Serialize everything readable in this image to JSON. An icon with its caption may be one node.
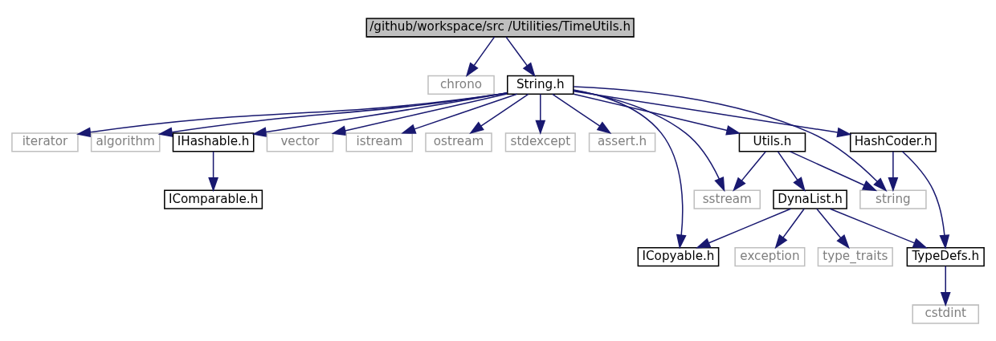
{
  "diagram": {
    "nodes": [
      {
        "text": [
          "/github/workspace/src /Utilities/TimeUtils.h"
        ]
      },
      {
        "text": [
          "chrono"
        ]
      },
      {
        "text": [
          "String.h"
        ]
      },
      {
        "text": [
          "iterator"
        ]
      },
      {
        "text": [
          "algorithm"
        ]
      },
      {
        "text": [
          "IHashable.h"
        ]
      },
      {
        "text": [
          "vector"
        ]
      },
      {
        "text": [
          "istream"
        ]
      },
      {
        "text": [
          "ostream"
        ]
      },
      {
        "text": [
          "stdexcept"
        ]
      },
      {
        "text": [
          "assert.h"
        ]
      },
      {
        "text": [
          "Utils.h"
        ]
      },
      {
        "text": [
          "HashCoder.h"
        ]
      },
      {
        "text": [
          "IComparable.h"
        ]
      },
      {
        "text": [
          "sstream"
        ]
      },
      {
        "text": [
          "DynaList.h"
        ]
      },
      {
        "text": [
          "string"
        ]
      },
      {
        "text": [
          "ICopyable.h"
        ]
      },
      {
        "text": [
          "exception"
        ]
      },
      {
        "text": [
          "type_traits"
        ]
      },
      {
        "text": [
          "TypeDefs.h"
        ]
      },
      {
        "text": [
          "cstdint"
        ]
      }
    ],
    "edges": [
      {
        "from": 0,
        "to": 1,
        "arrow": "to"
      },
      {
        "from": 0,
        "to": 2,
        "arrow": "to"
      },
      {
        "from": 2,
        "to": 3,
        "arrow": "to"
      },
      {
        "from": 2,
        "to": 4,
        "arrow": "to"
      },
      {
        "from": 2,
        "to": 5,
        "arrow": "to"
      },
      {
        "from": 2,
        "to": 6,
        "arrow": "to"
      },
      {
        "from": 2,
        "to": 7,
        "arrow": "to"
      },
      {
        "from": 2,
        "to": 8,
        "arrow": "to"
      },
      {
        "from": 2,
        "to": 9,
        "arrow": "to"
      },
      {
        "from": 2,
        "to": 10,
        "arrow": "to"
      },
      {
        "from": 2,
        "to": 17,
        "arrow": "to"
      },
      {
        "from": 2,
        "to": 14,
        "arrow": "to"
      },
      {
        "from": 2,
        "to": 11,
        "arrow": "to"
      },
      {
        "from": 2,
        "to": 16,
        "arrow": "to"
      },
      {
        "from": 2,
        "to": 12,
        "arrow": "to"
      },
      {
        "from": 5,
        "to": 13,
        "arrow": "to"
      },
      {
        "from": 11,
        "to": 14,
        "arrow": "to"
      },
      {
        "from": 11,
        "to": 15,
        "arrow": "to"
      },
      {
        "from": 11,
        "to": 16,
        "arrow": "to"
      },
      {
        "from": 12,
        "to": 16,
        "arrow": "to"
      },
      {
        "from": 12,
        "to": 20,
        "arrow": "to"
      },
      {
        "from": 15,
        "to": 17,
        "arrow": "to"
      },
      {
        "from": 15,
        "to": 18,
        "arrow": "to"
      },
      {
        "from": 15,
        "to": 19,
        "arrow": "to"
      },
      {
        "from": 15,
        "to": 20,
        "arrow": "to"
      },
      {
        "from": 20,
        "to": 21,
        "arrow": "to"
      }
    ]
  }
}
